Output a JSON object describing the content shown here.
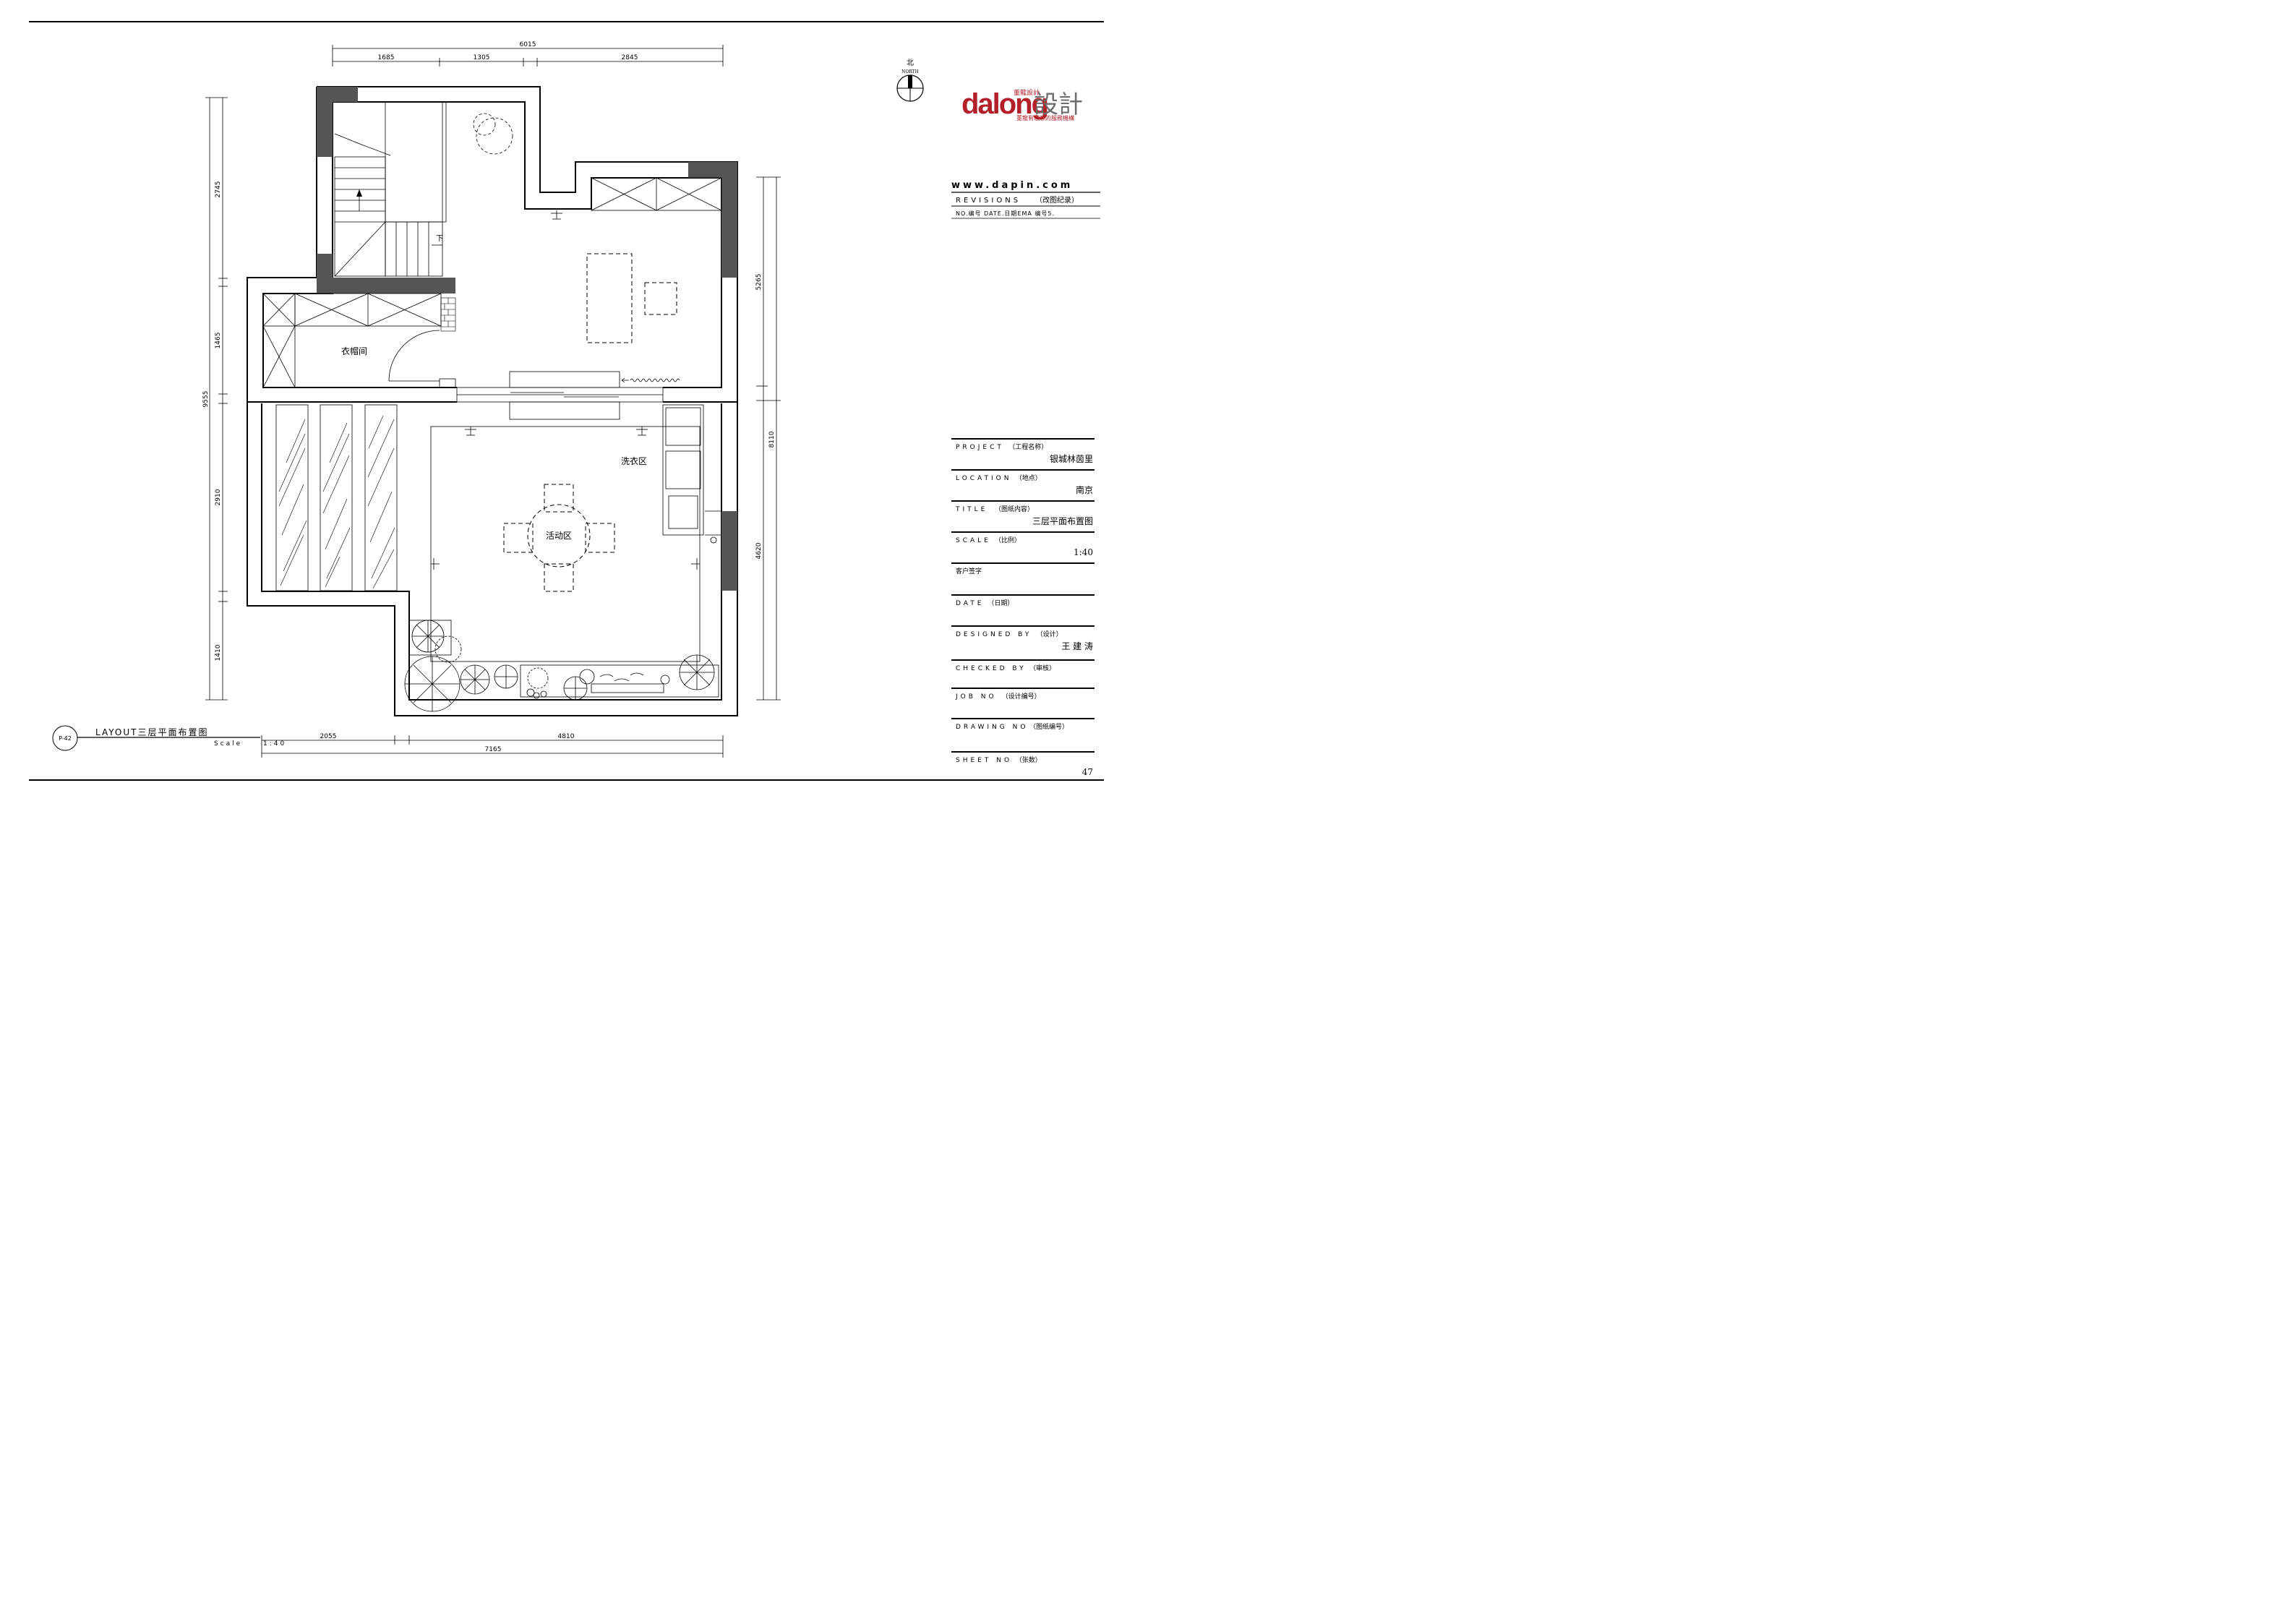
{
  "compass": {
    "north_cn": "北",
    "north_en": "NORTH"
  },
  "logo": {
    "latin": "dalong",
    "small_cn": "董龍設計",
    "big_cn": "設計",
    "slogan": "董龍有理想的服務機構"
  },
  "website": "www.dapin.com",
  "revisions": {
    "title": "REVISIONS",
    "title_cn": "（改图纪录）",
    "columns": "NO.编号  DATE.日期EMA 编号5."
  },
  "dimensions": {
    "top_total": "6015",
    "top_parts": [
      "1685",
      "1305",
      "2845"
    ],
    "bottom_total": "7165",
    "bottom_parts": [
      "2055",
      "4810"
    ],
    "left_total": "9555",
    "left_parts": [
      "2745",
      "1465",
      "2910",
      "1410"
    ],
    "right_parts": [
      "5265",
      "8110",
      "4620"
    ]
  },
  "rooms": {
    "cloakroom": "衣帽间",
    "laundry": "洗衣区",
    "activity": "活动区",
    "stair_down": "下"
  },
  "layout_title": {
    "sheet_ref": "P-42",
    "title": "LAYOUT三层平面布置图",
    "scale_label": "Scale",
    "scale_value": "1:40"
  },
  "titleblock": {
    "rows": [
      {
        "label": "PROJECT",
        "label_cn": "（工程名称）",
        "value": "银城林茵里"
      },
      {
        "label": "LOCATION",
        "label_cn": "（地点）",
        "value": "南京"
      },
      {
        "label": "TITLE",
        "label_cn": "（图纸内容）",
        "value": "三层平面布置图"
      },
      {
        "label": "SCALE",
        "label_cn": "（比例）",
        "value": "1:40"
      },
      {
        "label": "",
        "label_cn": "客户签字",
        "value": ""
      },
      {
        "label": "DATE",
        "label_cn": "（日期）",
        "value": ""
      },
      {
        "label": "DESIGNED BY",
        "label_cn": "（设计）",
        "value": "王 建 涛"
      },
      {
        "label": "CHECKED BY",
        "label_cn": "（审核）",
        "value": ""
      },
      {
        "label": "JOB NO",
        "label_cn": "（设计编号）",
        "value": ""
      },
      {
        "label": "DRAWING NO",
        "label_cn": "（图纸编号）",
        "value": ""
      },
      {
        "label": "SHEET NO",
        "label_cn": "（张数）",
        "value": "47"
      }
    ]
  }
}
